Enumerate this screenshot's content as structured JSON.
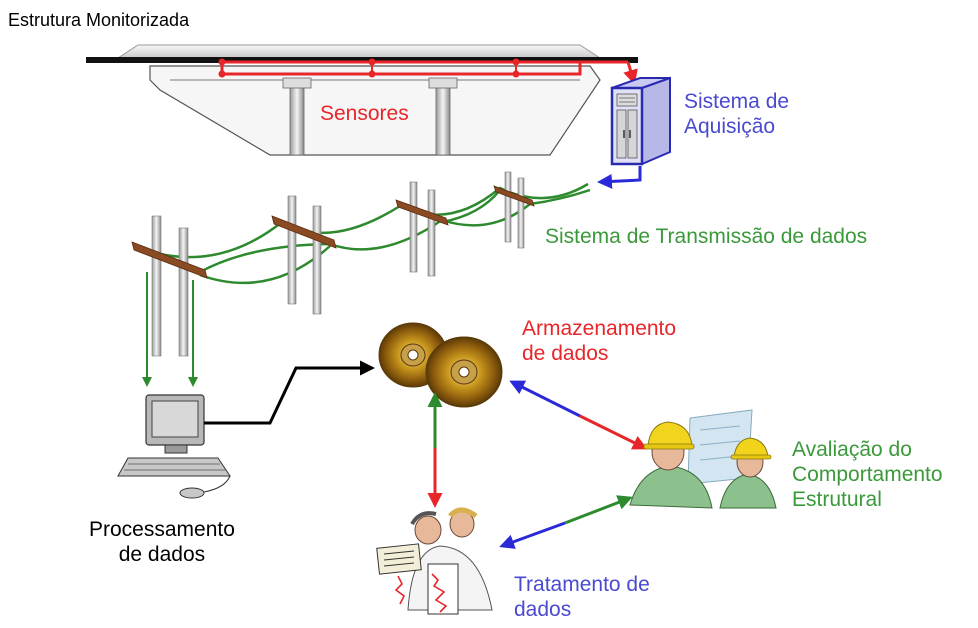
{
  "diagram": {
    "title": "Estrutura Monitorizada",
    "labels": {
      "sensors": "Sensores",
      "acquisition": [
        "Sistema de",
        "Aquisição"
      ],
      "transmission": "Sistema de Transmissão de dados",
      "storage": [
        "Armazenamento",
        "de dados"
      ],
      "processing": [
        "Processamento",
        "de dados"
      ],
      "evaluation": [
        "Avaliação do",
        "Comportamento",
        "Estrutural"
      ],
      "treatment": [
        "Tratamento de",
        "dados"
      ]
    },
    "colors": {
      "sensors": "#e8262a",
      "acquisition": "#4a4ad0",
      "transmission": "#3a9a3a",
      "storage": "#e8262a",
      "processing": "#000000",
      "evaluation": "#3a9a3a",
      "treatment": "#4a4ad0"
    },
    "icons": [
      "bridge-icon",
      "sensor-cable-icon",
      "acquisition-cabinet-icon",
      "utility-poles-icon",
      "computer-icon",
      "storage-discs-icon",
      "engineers-icon",
      "data-analysts-icon"
    ]
  }
}
